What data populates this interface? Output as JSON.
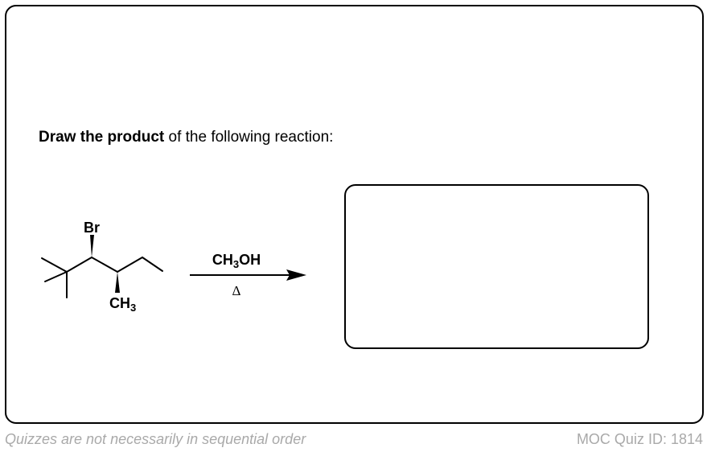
{
  "prompt": {
    "bold": "Draw the product",
    "rest": " of the following reaction:"
  },
  "molecule": {
    "substituent_top": "Br",
    "substituent_bottom_main": "CH",
    "substituent_bottom_sub": "3"
  },
  "reagent": {
    "main": "CH",
    "sub": "3",
    "rest": "OH",
    "condition": "Δ"
  },
  "footer": {
    "left": "Quizzes are not necessarily in sequential order",
    "right": "MOC Quiz ID: 1814"
  },
  "colors": {
    "border": "#000000",
    "footer_text": "#a9a9a9",
    "background": "#ffffff"
  }
}
